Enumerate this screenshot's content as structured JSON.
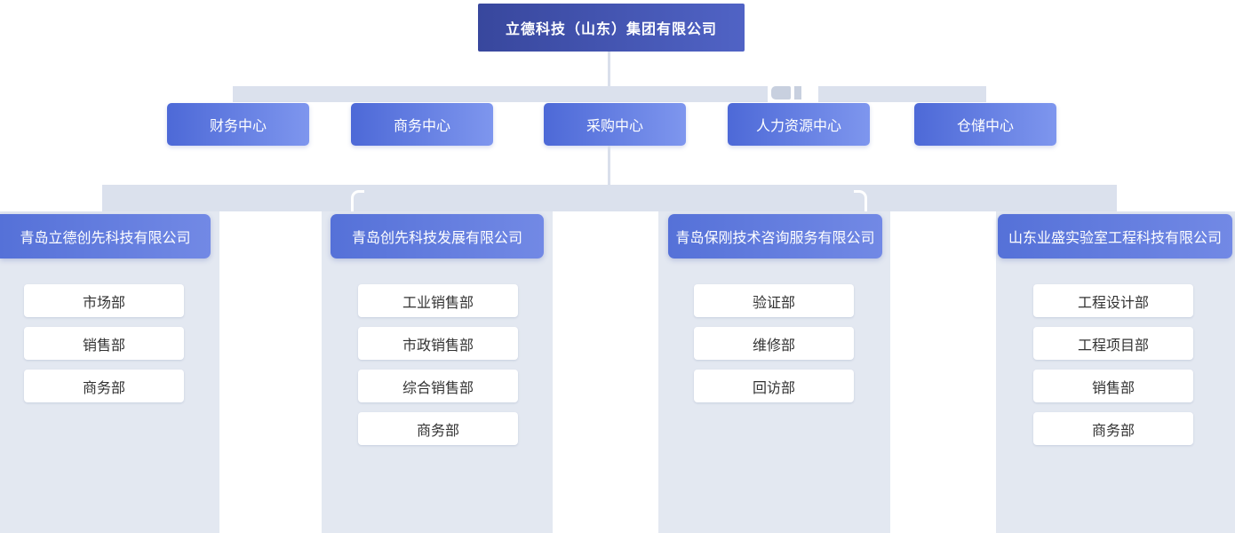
{
  "chart": {
    "root": {
      "label": "立德科技（山东）集团有限公司"
    },
    "centers": [
      {
        "label": "财务中心"
      },
      {
        "label": "商务中心"
      },
      {
        "label": "采购中心"
      },
      {
        "label": "人力资源中心"
      },
      {
        "label": "仓储中心"
      }
    ],
    "subsidiaries": [
      {
        "name": "青岛立德创先科技有限公司",
        "departments": [
          "市场部",
          "销售部",
          "商务部"
        ]
      },
      {
        "name": "青岛创先科技发展有限公司",
        "departments": [
          "工业销售部",
          "市政销售部",
          "综合销售部",
          "商务部"
        ]
      },
      {
        "name": "青岛保刚技术咨询服务有限公司",
        "departments": [
          "验证部",
          "维修部",
          "回访部"
        ]
      },
      {
        "name": "山东业盛实验室工程科技有限公司",
        "departments": [
          "工程设计部",
          "工程项目部",
          "销售部",
          "商务部"
        ]
      }
    ],
    "colors": {
      "root_gradient_start": "#38479d",
      "root_gradient_end": "#5063c5",
      "center_gradient_start": "#4d69d7",
      "center_gradient_end": "#7e96ee",
      "header_gradient_start": "#5571d8",
      "header_gradient_end": "#7289e5",
      "connector": "#dbe1ed",
      "panel": "#e3e8f1",
      "department_text": "#333333"
    }
  }
}
